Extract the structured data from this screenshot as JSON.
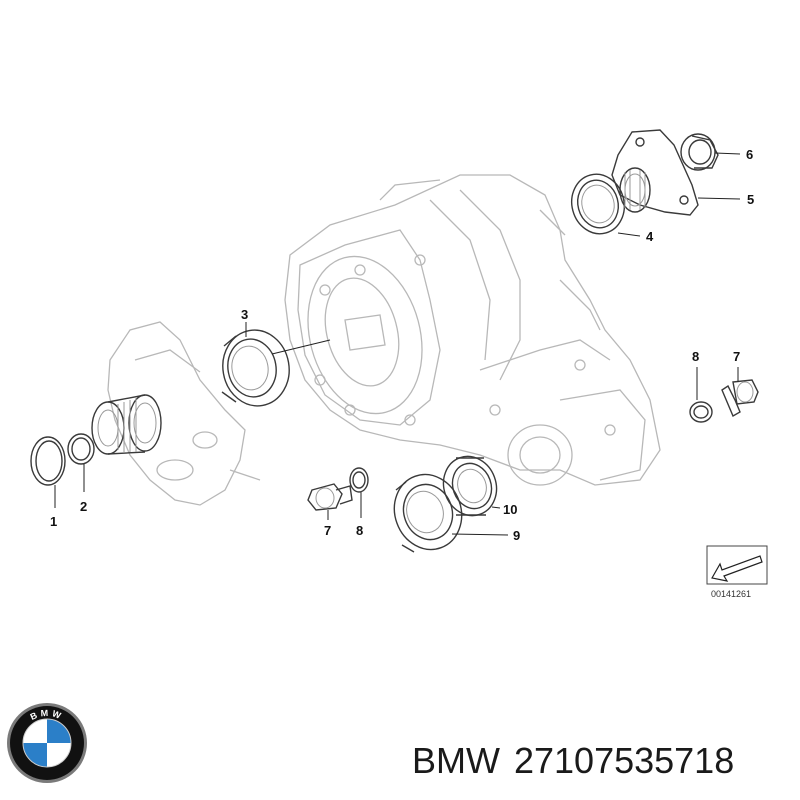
{
  "diagram": {
    "callouts": [
      "1",
      "2",
      "3",
      "4",
      "5",
      "6",
      "7",
      "8",
      "7",
      "8",
      "9",
      "10"
    ],
    "reference_code": "00141261"
  },
  "logo": {
    "name": "bmw-roundel",
    "lettering": "BMW",
    "colors": {
      "blue": "#2b7fc8",
      "white": "#ffffff",
      "ring": "#111111",
      "rim": "#7a7a7a"
    }
  },
  "caption": {
    "brand": "BMW",
    "part_number": "27107535718"
  }
}
